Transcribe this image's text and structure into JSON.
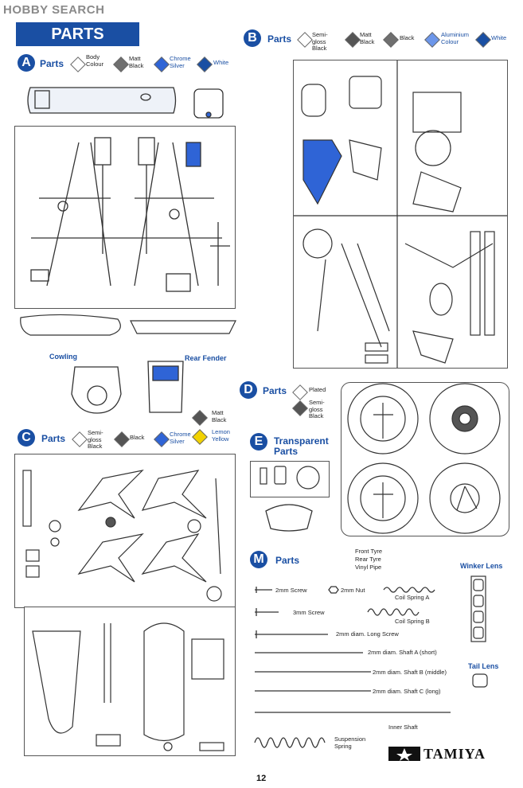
{
  "watermark": "HOBBY SEARCH",
  "title": "PARTS",
  "colors": {
    "accent": "#1a4fa3",
    "blue_part": "#2f64d6",
    "matt_black": "#6f6f6f",
    "yellow_part": "#f2d200"
  },
  "sections": {
    "A": {
      "letter": "A",
      "label": "Parts",
      "legend": [
        "Body Colour",
        "Matt Black",
        "Chrome Silver",
        "White"
      ],
      "captions": {
        "cowling": "Cowling",
        "rear_fender": "Rear Fender"
      },
      "extra_legend": [
        "Matt Black",
        "Lemon Yellow"
      ]
    },
    "B": {
      "letter": "B",
      "label": "Parts",
      "legend": [
        "Semi-gloss Black",
        "Matt Black",
        "Black",
        "Aluminium Colour",
        "White"
      ]
    },
    "C": {
      "letter": "C",
      "label": "Parts",
      "legend": [
        "Semi-gloss Black",
        "Black",
        "Chrome Silver"
      ]
    },
    "D": {
      "letter": "D",
      "label": "Parts",
      "legend": [
        "Plated",
        "Semi-gloss Black"
      ]
    },
    "E": {
      "letter": "E",
      "label": "Transparent Parts"
    },
    "M": {
      "letter": "M",
      "label": "Parts",
      "tyres": [
        "Front Tyre",
        "Rear Tyre",
        "Vinyl Pipe"
      ],
      "items": [
        "2mm Screw",
        "2mm Nut",
        "Coil Spring A",
        "3mm Screw",
        "Coil Spring B",
        "2mm diam. Long Screw",
        "2mm diam. Shaft A (short)",
        "2mm diam. Shaft B (middle)",
        "2mm diam. Shaft C (long)",
        "Inner Shaft",
        "Suspension Spring"
      ],
      "winker": "Winker Lens",
      "tail": "Tail Lens"
    }
  },
  "brand": "TAMIYA",
  "page_number": "12"
}
